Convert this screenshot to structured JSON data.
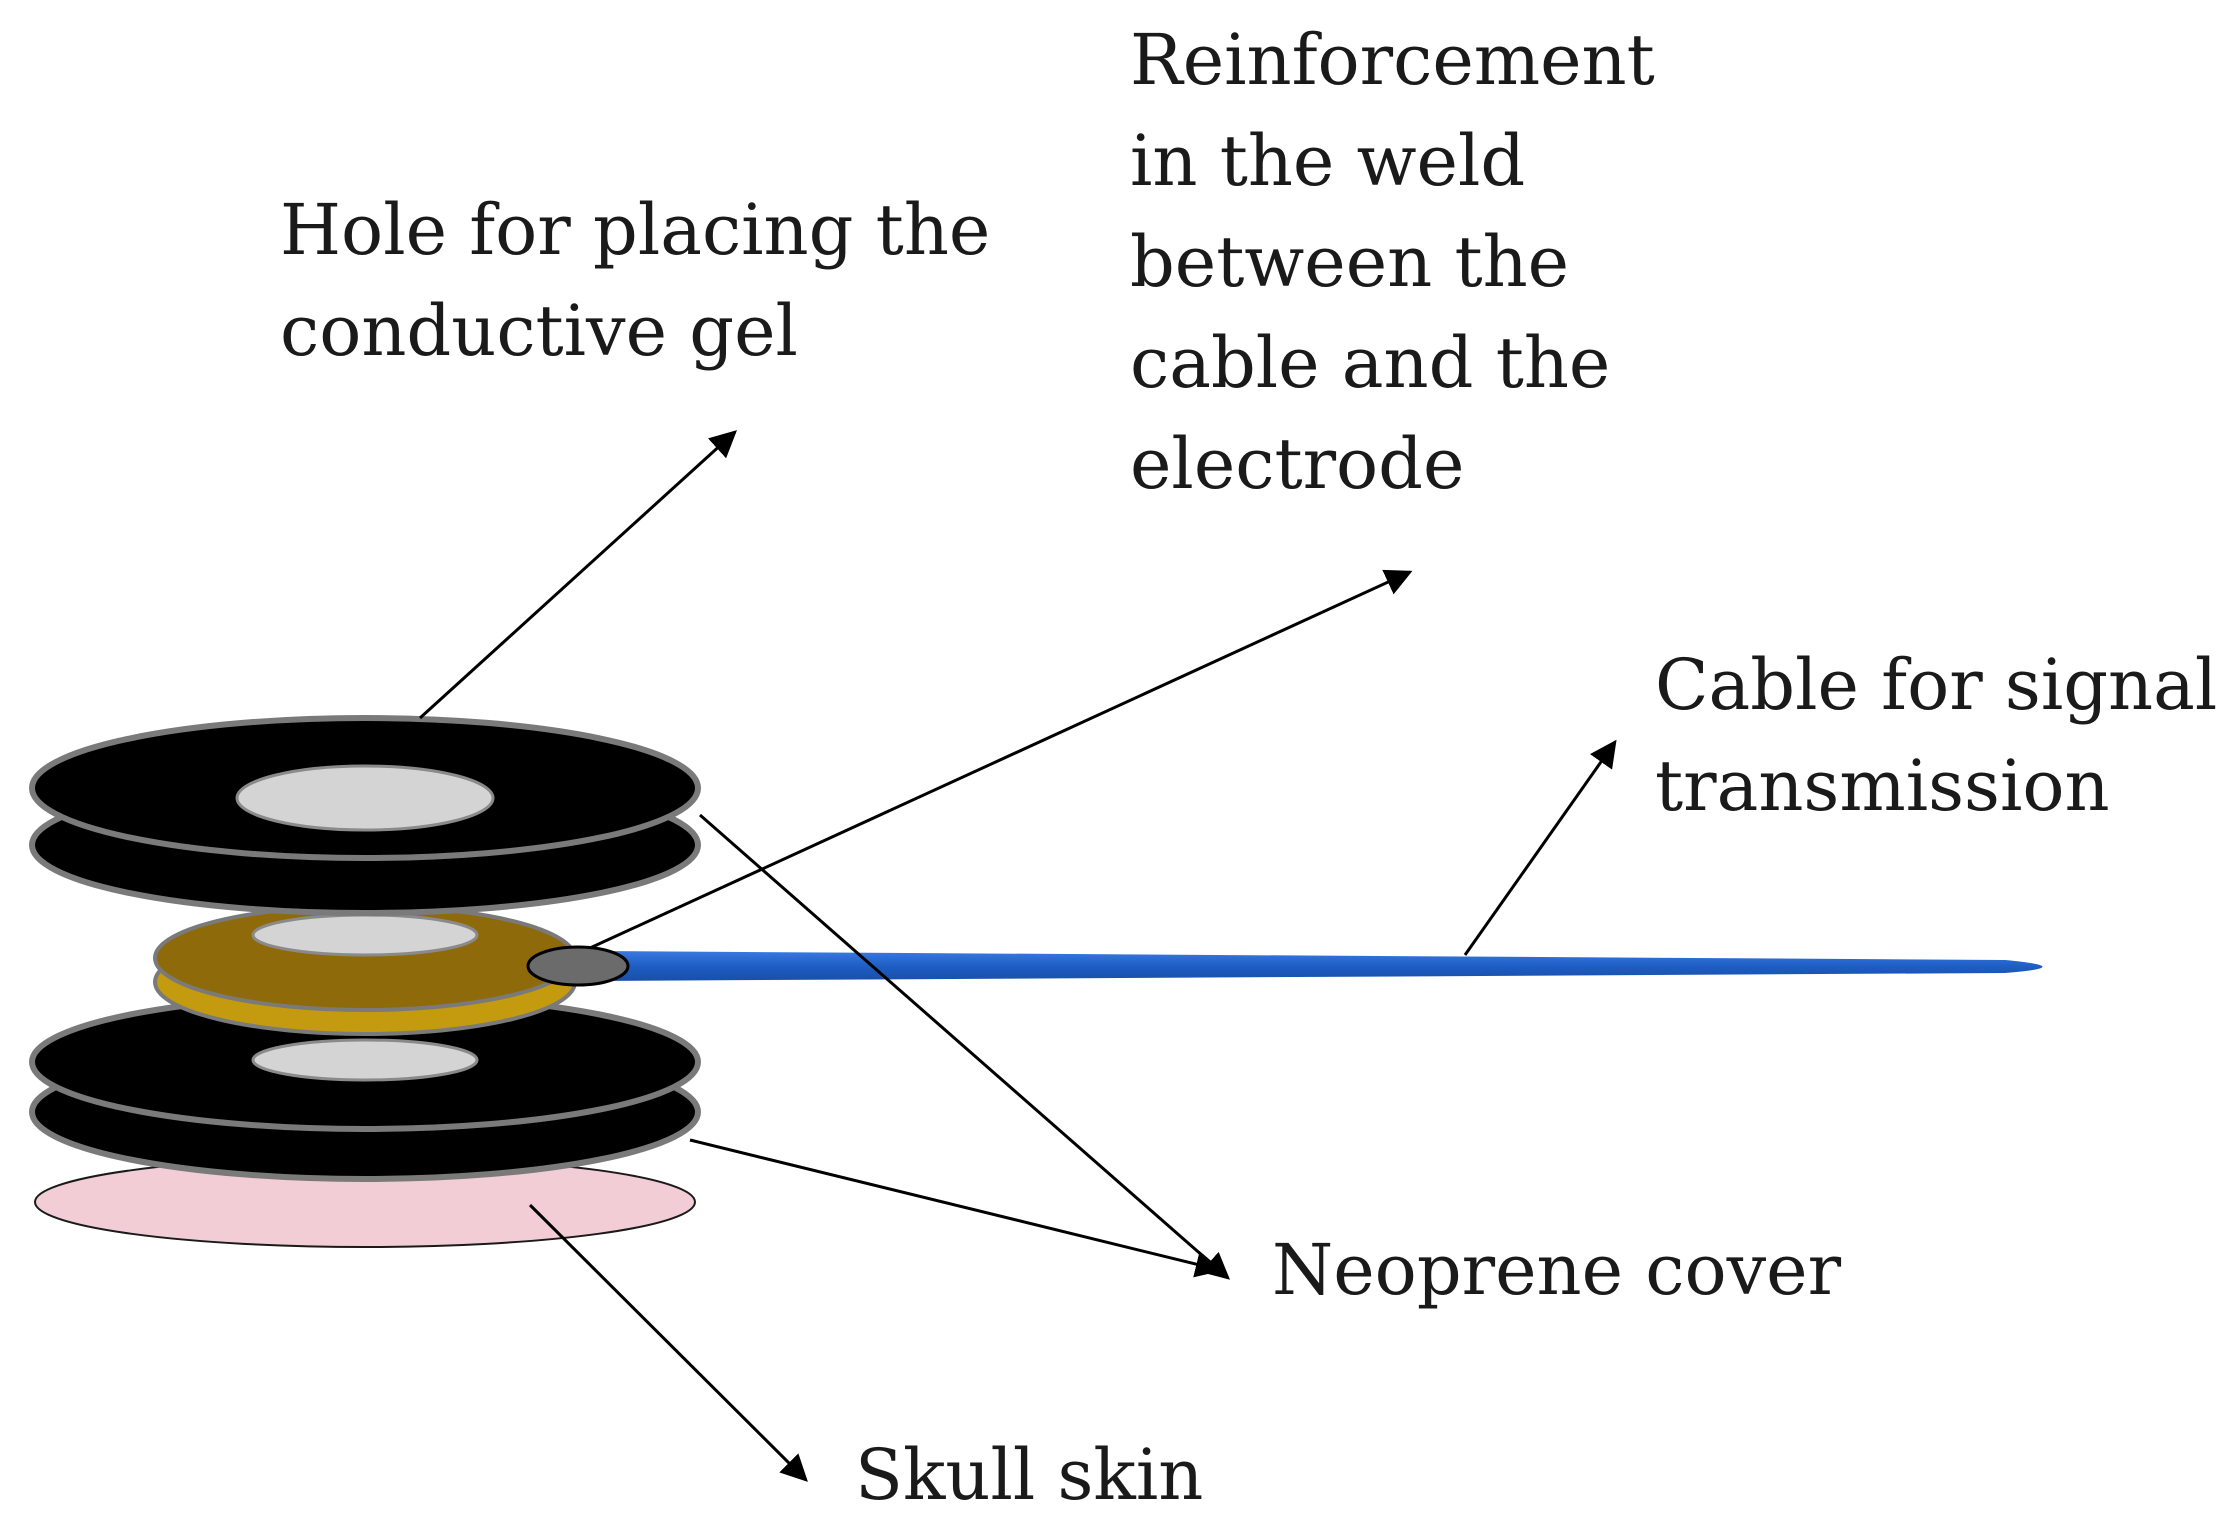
{
  "labels": {
    "hole": "Hole for placing the\nconductive gel",
    "reinforcement": "Reinforcement\nin the weld\nbetween the\ncable and the\nelectrode",
    "cable": "Cable for signal\ntransmission",
    "neoprene": "Neoprene cover",
    "skull": "Skull skin"
  },
  "colors": {
    "disc": "#000000",
    "disc_rim": "#7a7a7a",
    "hole": "#d4d4d4",
    "electrode": "#c49a0e",
    "electrode_top": "#8f6a0a",
    "cable": "#1f5ec4",
    "weld": "#6b6b6b",
    "skin": "#f2cdd6",
    "arrow": "#000000"
  }
}
